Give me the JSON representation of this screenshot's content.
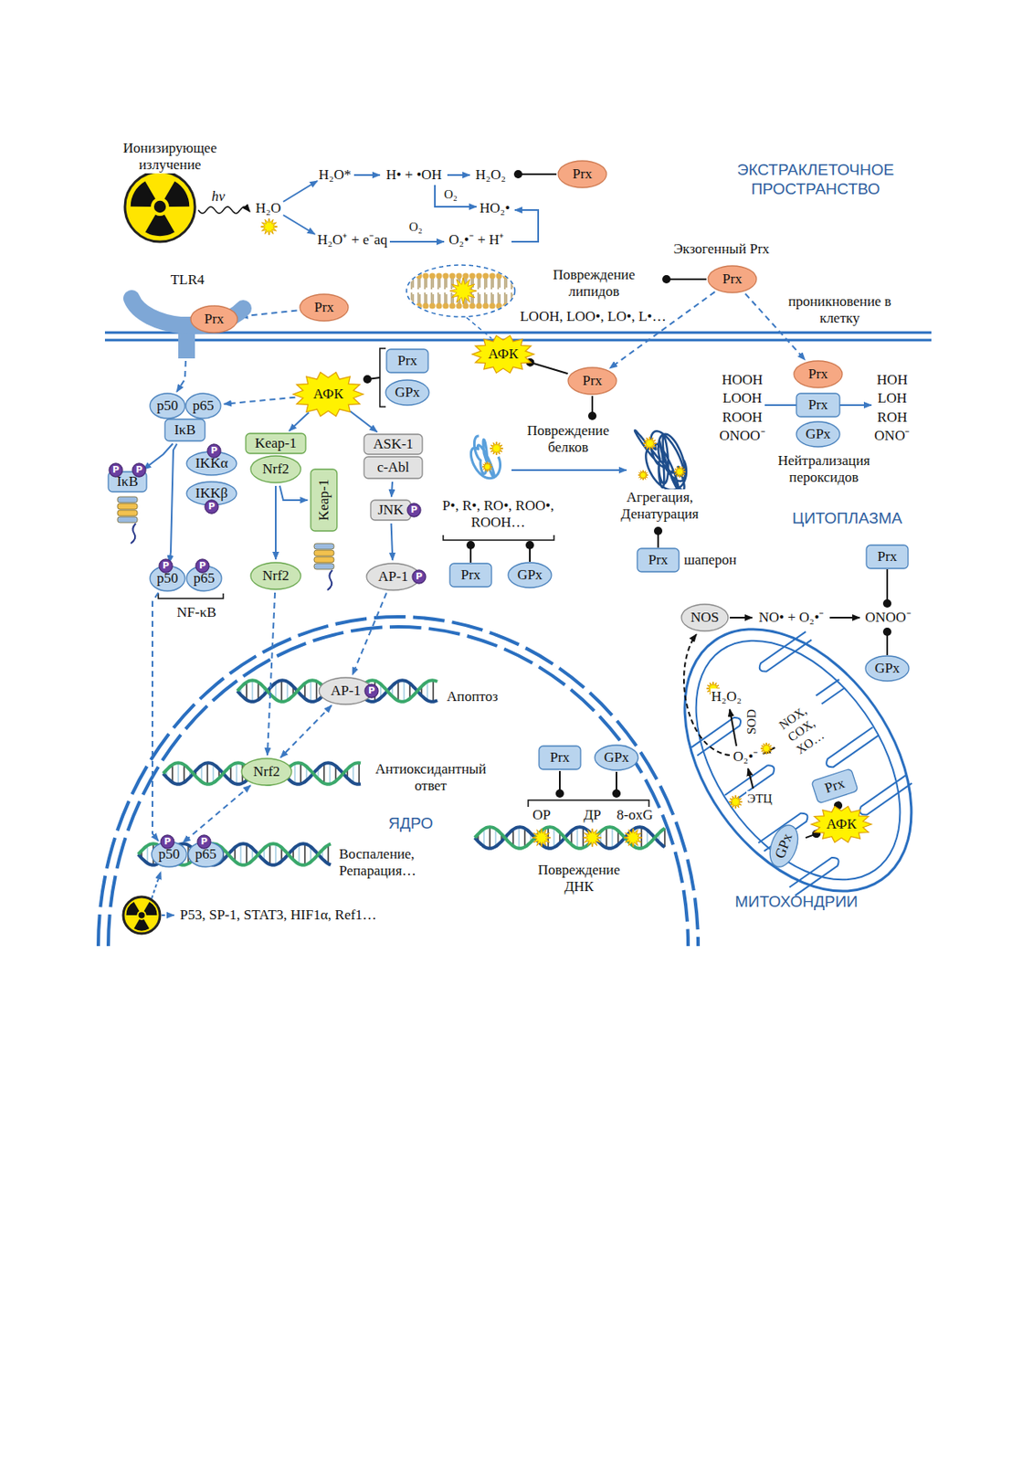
{
  "diagram": {
    "nodes": [
      {
        "text": [
          "Prx"
        ]
      },
      {
        "text": [
          "Prx"
        ]
      },
      {
        "text": [
          "Prx"
        ]
      },
      {
        "text": [
          "TLR4"
        ]
      },
      {
        "text": [
          "Prx"
        ],
        "in": 3
      },
      {
        "text": [
          "АФК"
        ]
      },
      {
        "text": [
          "Prx"
        ]
      },
      {
        "text": [
          "АФК"
        ]
      },
      {
        "text": [
          "Prx"
        ]
      },
      {
        "text": [
          "GPx"
        ]
      },
      {
        "text": [
          "Prx"
        ]
      },
      {
        "text": [
          "Prx"
        ]
      },
      {
        "text": [
          "GPx"
        ]
      },
      {
        "text": [
          "p50"
        ]
      },
      {
        "text": [
          "p65"
        ]
      },
      {
        "text": [
          "IκB"
        ]
      },
      {
        "text": [
          "Keap-1"
        ]
      },
      {
        "text": [
          "Nrf2"
        ]
      },
      {
        "text": [
          "ASK-1"
        ]
      },
      {
        "text": [
          "c-Abl"
        ]
      },
      {
        "text": [
          "IKKα"
        ]
      },
      {
        "text": [
          "P"
        ],
        "in": 20
      },
      {
        "text": [
          "IKKβ"
        ]
      },
      {
        "text": [
          "P"
        ],
        "in": 22
      },
      {
        "text": [
          "IκB"
        ]
      },
      {
        "text": [
          "P"
        ],
        "in": 24
      },
      {
        "text": [
          "P"
        ],
        "in": 24
      },
      {
        "text": [
          "Keap-1"
        ]
      },
      {
        "text": [
          "JNK"
        ]
      },
      {
        "text": [
          "P"
        ],
        "in": 28
      },
      {
        "text": [
          "Nrf2"
        ]
      },
      {
        "text": [
          "p50"
        ]
      },
      {
        "text": [
          "P"
        ],
        "in": 31
      },
      {
        "text": [
          "p65"
        ]
      },
      {
        "text": [
          "P"
        ],
        "in": 33
      },
      {
        "text": [
          "AP-1"
        ]
      },
      {
        "text": [
          "P"
        ],
        "in": 35
      },
      {
        "text": [
          "Prx"
        ]
      },
      {
        "text": [
          "GPx"
        ]
      },
      {
        "text": [
          "Prx"
        ]
      },
      {
        "text": [
          "Prx"
        ]
      },
      {
        "text": [
          "NOS"
        ]
      },
      {
        "text": [
          "GPx"
        ]
      },
      {
        "text": [
          "AP-1"
        ]
      },
      {
        "text": [
          "P"
        ],
        "in": 43
      },
      {
        "text": [
          "Nrf2"
        ]
      },
      {
        "text": [
          "Prx"
        ]
      },
      {
        "text": [
          "GPx"
        ]
      },
      {
        "text": [
          "p50"
        ]
      },
      {
        "text": [
          "P"
        ],
        "in": 48
      },
      {
        "text": [
          "p65"
        ]
      },
      {
        "text": [
          "P"
        ],
        "in": 50
      },
      {
        "text": [
          "Prx"
        ]
      },
      {
        "text": [
          "АФК"
        ]
      },
      {
        "text": [
          "GPx"
        ]
      }
    ],
    "edges": [
      {
        "from": 2,
        "to": 4,
        "arrow": "to"
      },
      {
        "from": 3,
        "to": 13,
        "arrow": "to"
      },
      {
        "from": 7,
        "to": 14,
        "arrow": "to"
      },
      {
        "from": 7,
        "to": 16,
        "arrow": "to"
      },
      {
        "from": 7,
        "to": 18,
        "arrow": "to"
      },
      {
        "from": 15,
        "to": 24,
        "arrow": "to"
      },
      {
        "from": 15,
        "to": 31,
        "arrow": "to"
      },
      {
        "from": 17,
        "to": 30,
        "arrow": "to"
      },
      {
        "from": 17,
        "to": 27,
        "arrow": "to"
      },
      {
        "from": 19,
        "to": 28,
        "arrow": "to"
      },
      {
        "from": 28,
        "to": 35,
        "arrow": "to"
      },
      {
        "from": 35,
        "to": 43,
        "arrow": "to"
      },
      {
        "from": 30,
        "to": 45,
        "arrow": "to"
      },
      {
        "from": 31,
        "to": 48,
        "arrow": "to"
      },
      {
        "from": 43,
        "to": 45,
        "arrow": "both"
      },
      {
        "from": 45,
        "to": 48,
        "arrow": "both"
      },
      {
        "from": 1,
        "to": 6,
        "arrow": "to"
      },
      {
        "from": 1,
        "to": 10,
        "arrow": "to"
      },
      {
        "from": 6,
        "to": 5,
        "arrow": "none"
      },
      {
        "from": 52,
        "to": 53,
        "arrow": "none"
      },
      {
        "from": 54,
        "to": 53,
        "arrow": "none"
      }
    ],
    "labels": [
      "Ионизирующее излучение",
      "hν",
      "H₂O",
      "H₂O*",
      "H• + •OH",
      "H₂O₂",
      "O₂",
      "HO₂•",
      "H₂O⁺ + e⁻aq",
      "O₂",
      "O₂•⁻ + H⁺",
      "ЭКСТРАКЛЕТОЧНОЕ ПРОСТРАНСТВО",
      "Экзогенный Prx",
      "Повреждение липидов",
      "LOOH, LOO•, LO•, L•…",
      "проникновение в клетку",
      "HOOH",
      "LOOH",
      "ROOH",
      "ONOO⁻",
      "HOH",
      "LOH",
      "ROH",
      "ONO⁻",
      "Нейтрализация пероксидов",
      "Повреждение белков",
      "P•, R•, RO•, ROO•, ROOH…",
      "Агрегация, Денатурация",
      "шаперон",
      "ЦИТОПЛАЗМА",
      "NF-κB",
      "NO• + O₂•⁻",
      "ONOO⁻",
      "H₂O₂",
      "SOD",
      "NOX, COX, XO…",
      "O₂•⁻",
      "ЭТЦ",
      "Апоптоз",
      "Антиоксидантный ответ",
      "ЯДРО",
      "Воспаление, Репарация…",
      "ОР",
      "ДР",
      "8-oxG",
      "Повреждение ДНК",
      "P53, SP-1, STAT3, HIF1α, Ref1…",
      "МИТОХОНДРИИ"
    ]
  }
}
